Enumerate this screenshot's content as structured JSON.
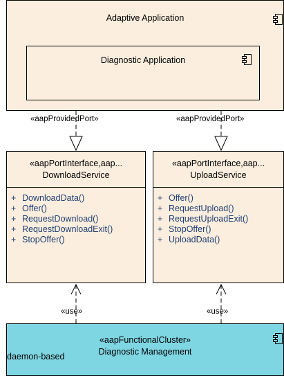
{
  "diagram": {
    "adaptive_application": {
      "name": "Adaptive Application"
    },
    "diagnostic_application": {
      "name": "Diagnostic Application"
    },
    "ports": [
      {
        "stereotype": "«aapProvidedPort»"
      },
      {
        "stereotype": "«aapProvidedPort»"
      }
    ],
    "download_service": {
      "stereotype": "«aapPortInterface,aap...",
      "name": "DownloadService",
      "operations": [
        {
          "visibility": "+",
          "name": "DownloadData()"
        },
        {
          "visibility": "+",
          "name": "Offer()"
        },
        {
          "visibility": "+",
          "name": "RequestDownload()"
        },
        {
          "visibility": "+",
          "name": "RequestDownloadExit()"
        },
        {
          "visibility": "+",
          "name": "StopOffer()"
        }
      ]
    },
    "upload_service": {
      "stereotype": "«aapPortInterface,aap...",
      "name": "UploadService",
      "operations": [
        {
          "visibility": "+",
          "name": "Offer()"
        },
        {
          "visibility": "+",
          "name": "RequestUpload()"
        },
        {
          "visibility": "+",
          "name": "RequestUploadExit()"
        },
        {
          "visibility": "+",
          "name": "StopOffer()"
        },
        {
          "visibility": "+",
          "name": "UploadData()"
        }
      ]
    },
    "use_labels": [
      "«use»",
      "«use»"
    ],
    "functional_cluster": {
      "stereotype": "«aapFunctionalCluster»",
      "name": "Diagnostic Management",
      "tag": "daemon-based",
      "fill": "#7fd6e3"
    },
    "colors": {
      "element_fill": "#fbeede",
      "operation_text": "#1f3f73",
      "line": "#000000"
    },
    "icons": {
      "component": "component-icon"
    }
  }
}
